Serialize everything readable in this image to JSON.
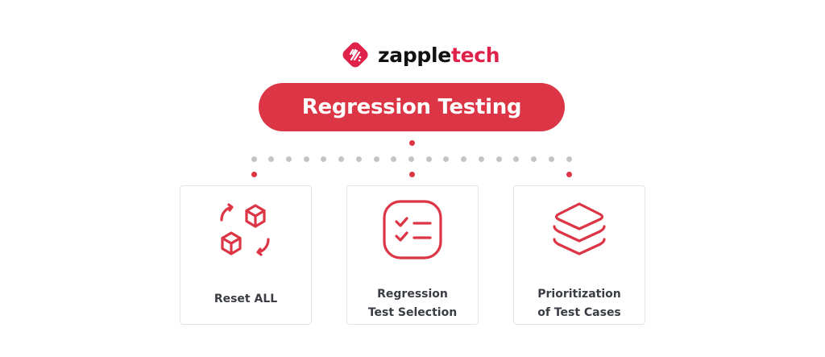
{
  "logo": {
    "brand_main": "zapple",
    "brand_accent": "tech",
    "icon": "zappletech-logo-icon"
  },
  "title": "Regression Testing",
  "colors": {
    "accent": "#dc3545",
    "logo_accent": "#e0224a",
    "connector_gray": "#c4c4c4",
    "text": "#3a3d44",
    "card_border": "#e3e3e3"
  },
  "connector": {
    "gray_dot_count": 19,
    "red_dots": 4
  },
  "cards": [
    {
      "label_line1": "Reset ALL",
      "label_line2": "",
      "icon": "cubes-refresh-icon"
    },
    {
      "label_line1": "Regression",
      "label_line2": "Test Selection",
      "icon": "checklist-icon"
    },
    {
      "label_line1": "Prioritization",
      "label_line2": "of Test Cases",
      "icon": "layers-stack-icon"
    }
  ]
}
